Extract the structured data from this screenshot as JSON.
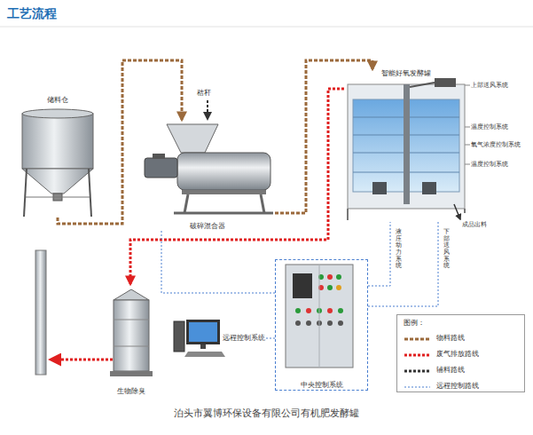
{
  "diagram": {
    "title": "工艺流程",
    "caption": "泊头市翼博环保设备有限公司有机肥发酵罐",
    "nodes": [
      {
        "text": [
          "储料仓"
        ]
      },
      {
        "text": [
          "破碎混合器"
        ]
      },
      {
        "text": [
          "智能好氧发酵罐"
        ]
      },
      {
        "text": [
          "生物除臭"
        ]
      },
      {
        "text": [
          "中央控制系统"
        ]
      },
      {
        "text": [
          "远程控制系统"
        ]
      }
    ],
    "edges": [
      {
        "from": 0,
        "to": 1,
        "arrow": "to"
      },
      {
        "from": 1,
        "to": 2,
        "arrow": "to"
      },
      {
        "from": 2,
        "to": 3,
        "arrow": "to"
      },
      {
        "from": 4,
        "to": 1,
        "arrow": "none"
      },
      {
        "from": 4,
        "to": 2,
        "arrow": "none"
      },
      {
        "from": 4,
        "to": 2,
        "arrow": "none"
      },
      {
        "from": 5,
        "to": 4,
        "arrow": "none"
      }
    ],
    "labels": [
      "秸秆",
      "上部送风系统",
      "温度控制系统",
      "氧气浓度控制系统",
      "温度控制系统",
      "成品出料",
      "液压动力系统",
      "下部送风系统",
      "图例："
    ],
    "legend": [
      {
        "text": "物料路线"
      },
      {
        "text": "废气排放路线"
      },
      {
        "text": "辅料路线"
      },
      {
        "text": "远程控制路线"
      }
    ]
  }
}
